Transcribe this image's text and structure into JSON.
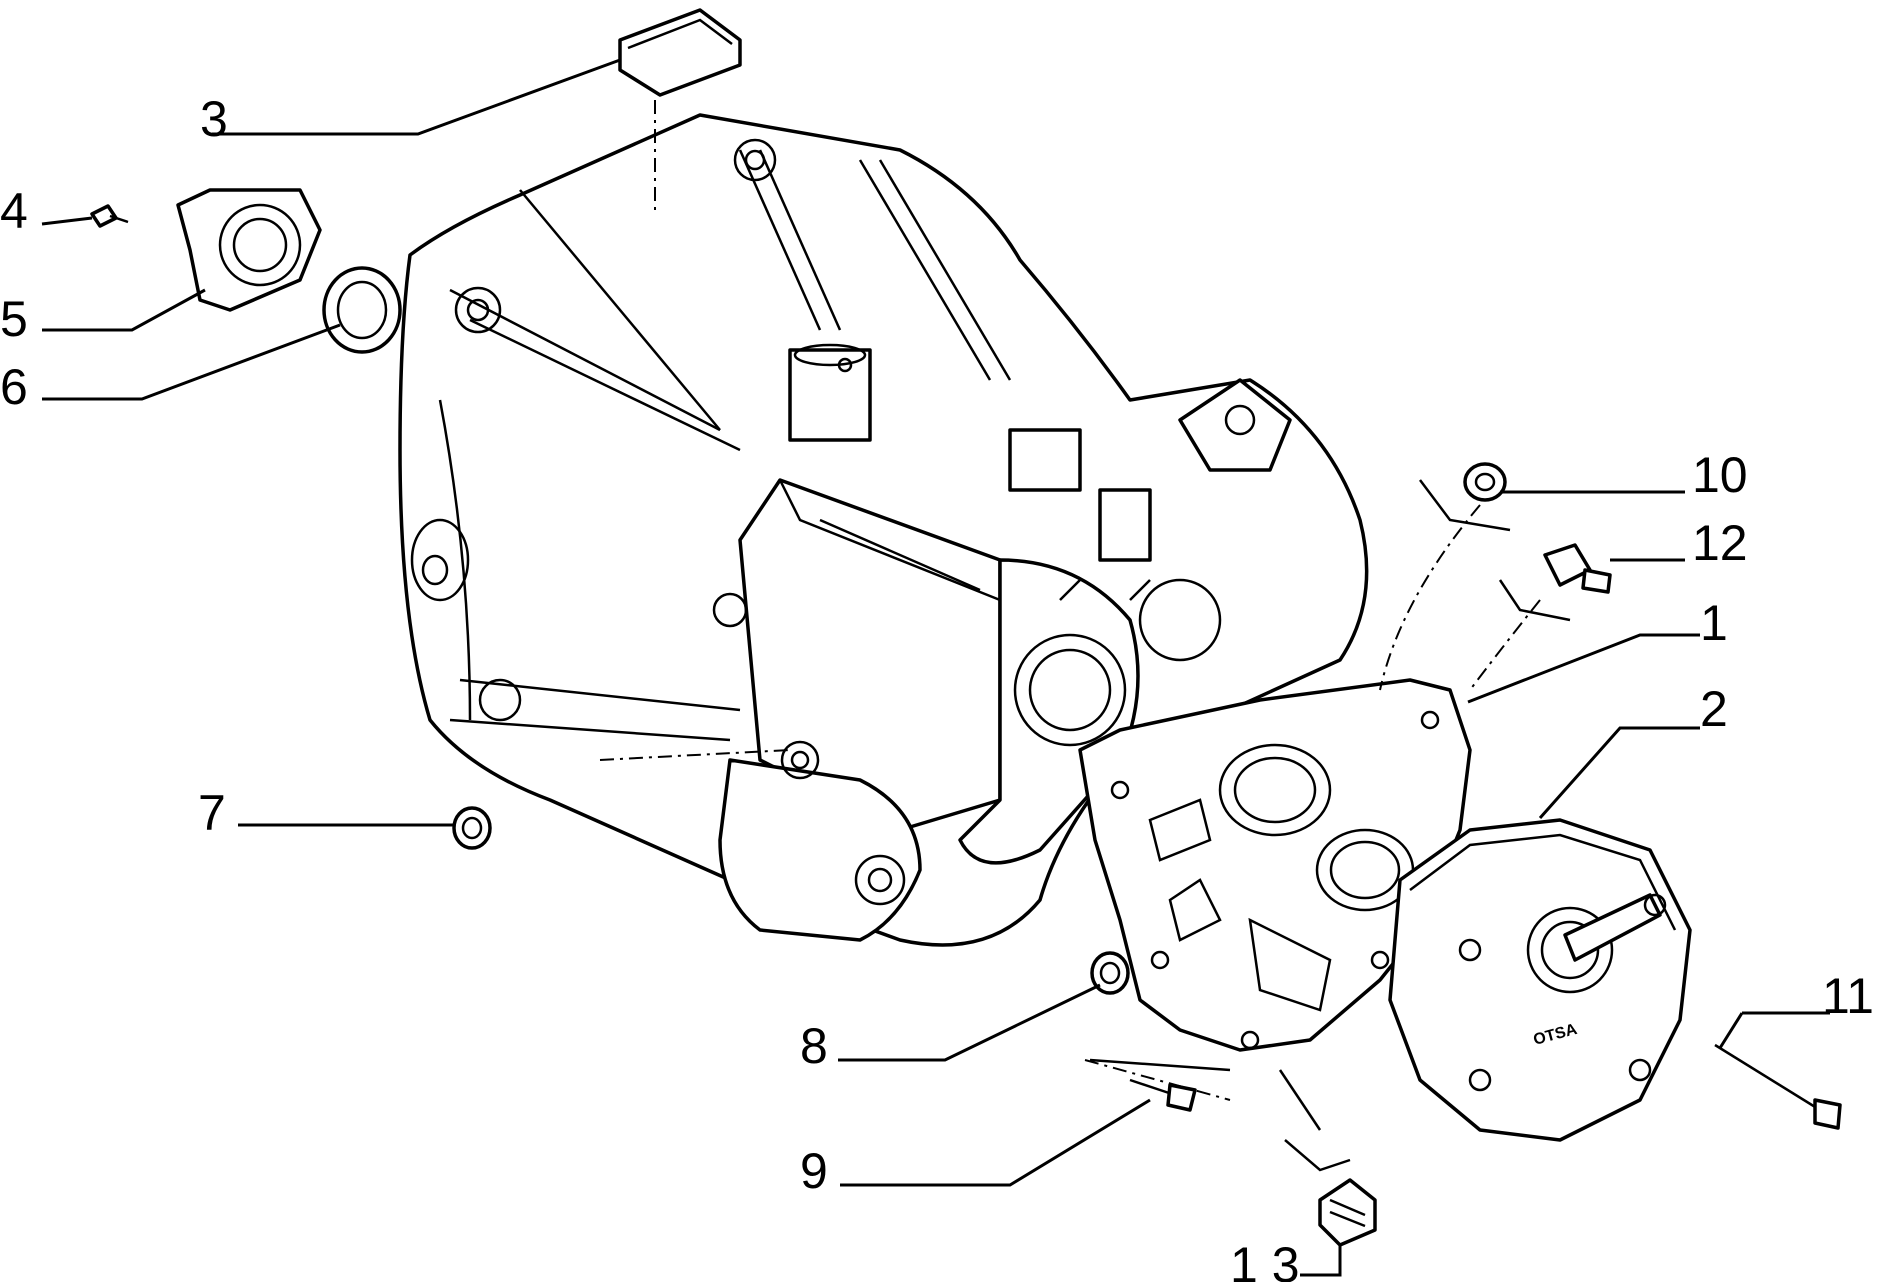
{
  "callouts": [
    {
      "id": "1",
      "text": "1"
    },
    {
      "id": "2",
      "text": "2"
    },
    {
      "id": "3",
      "text": "3"
    },
    {
      "id": "4",
      "text": "4"
    },
    {
      "id": "5",
      "text": "5"
    },
    {
      "id": "6",
      "text": "6"
    },
    {
      "id": "7",
      "text": "7"
    },
    {
      "id": "8",
      "text": "8"
    },
    {
      "id": "9",
      "text": "9"
    },
    {
      "id": "10",
      "text": "10"
    },
    {
      "id": "11",
      "text": "11"
    },
    {
      "id": "12",
      "text": "12"
    },
    {
      "id": "13",
      "text": "1 3"
    }
  ],
  "cover_marking": "OTSA"
}
